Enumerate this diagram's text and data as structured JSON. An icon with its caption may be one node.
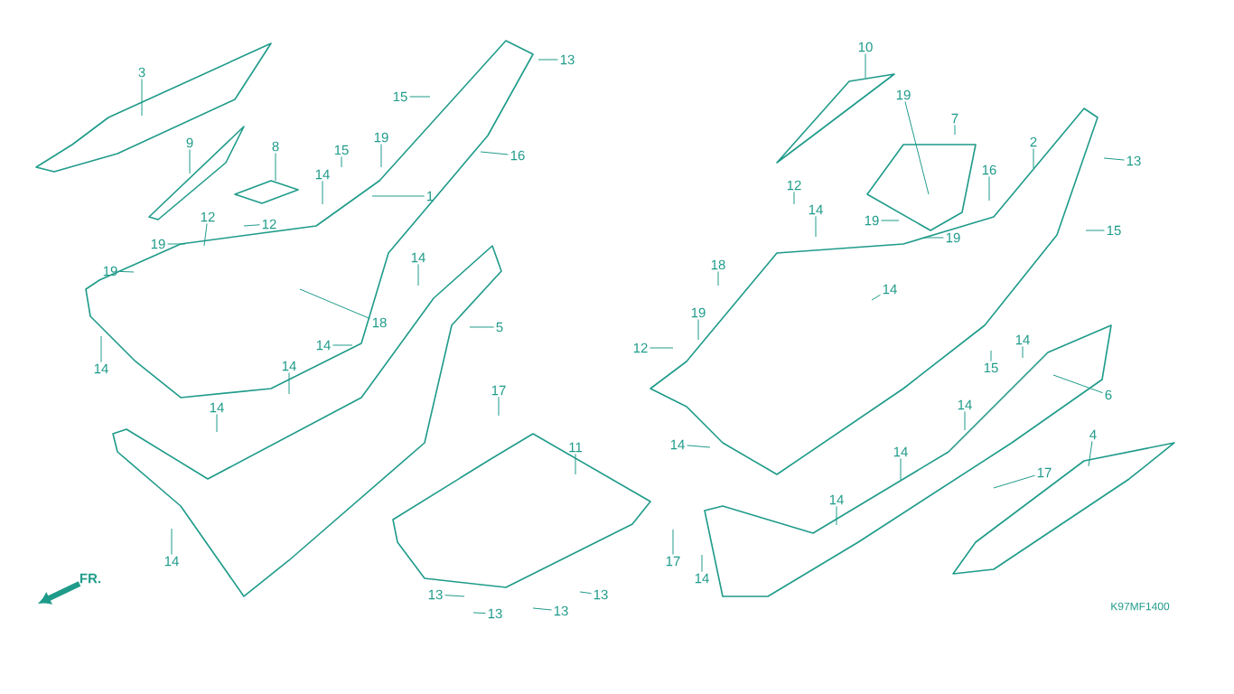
{
  "diagram": {
    "nodes": [
      {
        "text": [
          "3"
        ]
      },
      {
        "text": [
          "13"
        ]
      },
      {
        "text": [
          "15"
        ]
      },
      {
        "text": [
          "9"
        ]
      },
      {
        "text": [
          "19"
        ]
      },
      {
        "text": [
          "16"
        ]
      },
      {
        "text": [
          "8"
        ]
      },
      {
        "text": [
          "15"
        ]
      },
      {
        "text": [
          "14"
        ]
      },
      {
        "text": [
          "1"
        ]
      },
      {
        "text": [
          "12"
        ]
      },
      {
        "text": [
          "12"
        ]
      },
      {
        "text": [
          "19"
        ]
      },
      {
        "text": [
          "19"
        ]
      },
      {
        "text": [
          "14"
        ]
      },
      {
        "text": [
          "5"
        ]
      },
      {
        "text": [
          "18"
        ]
      },
      {
        "text": [
          "14"
        ]
      },
      {
        "text": [
          "14"
        ]
      },
      {
        "text": [
          "14"
        ]
      },
      {
        "text": [
          "14"
        ]
      },
      {
        "text": [
          "17"
        ]
      },
      {
        "text": [
          "11"
        ]
      },
      {
        "text": [
          "14"
        ]
      },
      {
        "text": [
          "13"
        ]
      },
      {
        "text": [
          "13"
        ]
      },
      {
        "text": [
          "13"
        ]
      },
      {
        "text": [
          "13"
        ]
      },
      {
        "text": [
          "17"
        ]
      },
      {
        "text": [
          "14"
        ]
      },
      {
        "text": [
          "10"
        ]
      },
      {
        "text": [
          "19"
        ]
      },
      {
        "text": [
          "7"
        ]
      },
      {
        "text": [
          "2"
        ]
      },
      {
        "text": [
          "13"
        ]
      },
      {
        "text": [
          "16"
        ]
      },
      {
        "text": [
          "12"
        ]
      },
      {
        "text": [
          "14"
        ]
      },
      {
        "text": [
          "19"
        ]
      },
      {
        "text": [
          "19"
        ]
      },
      {
        "text": [
          "15"
        ]
      },
      {
        "text": [
          "18"
        ]
      },
      {
        "text": [
          "14"
        ]
      },
      {
        "text": [
          "19"
        ]
      },
      {
        "text": [
          "12"
        ]
      },
      {
        "text": [
          "15"
        ]
      },
      {
        "text": [
          "14"
        ]
      },
      {
        "text": [
          "6"
        ]
      },
      {
        "text": [
          "14"
        ]
      },
      {
        "text": [
          "14"
        ]
      },
      {
        "text": [
          "4"
        ]
      },
      {
        "text": [
          "14"
        ]
      },
      {
        "text": [
          "17"
        ]
      },
      {
        "text": [
          "14"
        ]
      }
    ],
    "edges": [
      {
        "from": 0,
        "to": null,
        "arrow": "none"
      },
      {
        "from": 1,
        "to": null,
        "arrow": "none"
      },
      {
        "from": 2,
        "to": null,
        "arrow": "none"
      },
      {
        "from": 3,
        "to": null,
        "arrow": "none"
      },
      {
        "from": 4,
        "to": null,
        "arrow": "none"
      },
      {
        "from": 5,
        "to": null,
        "arrow": "none"
      },
      {
        "from": 6,
        "to": null,
        "arrow": "none"
      },
      {
        "from": 7,
        "to": null,
        "arrow": "none"
      },
      {
        "from": 8,
        "to": null,
        "arrow": "none"
      },
      {
        "from": 9,
        "to": null,
        "arrow": "none"
      },
      {
        "from": 10,
        "to": null,
        "arrow": "none"
      },
      {
        "from": 11,
        "to": null,
        "arrow": "none"
      },
      {
        "from": 12,
        "to": null,
        "arrow": "none"
      },
      {
        "from": 13,
        "to": null,
        "arrow": "none"
      },
      {
        "from": 14,
        "to": null,
        "arrow": "none"
      },
      {
        "from": 15,
        "to": null,
        "arrow": "none"
      },
      {
        "from": 16,
        "to": null,
        "arrow": "none"
      },
      {
        "from": 17,
        "to": null,
        "arrow": "none"
      },
      {
        "from": 18,
        "to": null,
        "arrow": "none"
      },
      {
        "from": 19,
        "to": null,
        "arrow": "none"
      },
      {
        "from": 20,
        "to": null,
        "arrow": "none"
      },
      {
        "from": 21,
        "to": null,
        "arrow": "none"
      },
      {
        "from": 22,
        "to": null,
        "arrow": "none"
      },
      {
        "from": 23,
        "to": null,
        "arrow": "none"
      },
      {
        "from": 24,
        "to": null,
        "arrow": "none"
      },
      {
        "from": 25,
        "to": null,
        "arrow": "none"
      },
      {
        "from": 26,
        "to": null,
        "arrow": "none"
      },
      {
        "from": 27,
        "to": null,
        "arrow": "none"
      },
      {
        "from": 28,
        "to": null,
        "arrow": "none"
      },
      {
        "from": 29,
        "to": null,
        "arrow": "none"
      },
      {
        "from": 30,
        "to": null,
        "arrow": "none"
      },
      {
        "from": 31,
        "to": null,
        "arrow": "none"
      },
      {
        "from": 32,
        "to": null,
        "arrow": "none"
      },
      {
        "from": 33,
        "to": null,
        "arrow": "none"
      },
      {
        "from": 34,
        "to": null,
        "arrow": "none"
      },
      {
        "from": 35,
        "to": null,
        "arrow": "none"
      },
      {
        "from": 36,
        "to": null,
        "arrow": "none"
      },
      {
        "from": 37,
        "to": null,
        "arrow": "none"
      },
      {
        "from": 38,
        "to": null,
        "arrow": "none"
      },
      {
        "from": 39,
        "to": null,
        "arrow": "none"
      },
      {
        "from": 40,
        "to": null,
        "arrow": "none"
      },
      {
        "from": 41,
        "to": null,
        "arrow": "none"
      },
      {
        "from": 42,
        "to": null,
        "arrow": "none"
      },
      {
        "from": 43,
        "to": null,
        "arrow": "none"
      },
      {
        "from": 44,
        "to": null,
        "arrow": "none"
      },
      {
        "from": 45,
        "to": null,
        "arrow": "none"
      },
      {
        "from": 46,
        "to": null,
        "arrow": "none"
      },
      {
        "from": 47,
        "to": null,
        "arrow": "none"
      },
      {
        "from": 48,
        "to": null,
        "arrow": "none"
      },
      {
        "from": 49,
        "to": null,
        "arrow": "none"
      },
      {
        "from": 50,
        "to": null,
        "arrow": "none"
      },
      {
        "from": 51,
        "to": null,
        "arrow": "none"
      },
      {
        "from": 52,
        "to": null,
        "arrow": "none"
      },
      {
        "from": 53,
        "to": null,
        "arrow": "none"
      }
    ],
    "labels": [
      "FR.",
      "K97MF1400"
    ]
  }
}
